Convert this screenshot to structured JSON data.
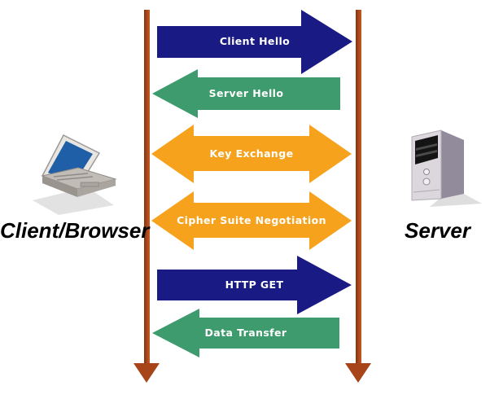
{
  "actors": {
    "client": {
      "label": "Client/Browser",
      "icon": "laptop-icon"
    },
    "server": {
      "label": "Server",
      "icon": "server-tower-icon"
    }
  },
  "messages": [
    {
      "label": "Client Hello",
      "direction": "right",
      "color_name": "navy"
    },
    {
      "label": "Server Hello",
      "direction": "left",
      "color_name": "green"
    },
    {
      "label": "Key Exchange",
      "direction": "both",
      "color_name": "orange"
    },
    {
      "label": "Cipher Suite Negotiation",
      "direction": "both",
      "color_name": "orange"
    },
    {
      "label": "HTTP GET",
      "direction": "right",
      "color_name": "navy"
    },
    {
      "label": "Data Transfer",
      "direction": "left",
      "color_name": "green"
    }
  ],
  "colors": {
    "navy": "#1a1a85",
    "green": "#3e9b6d",
    "orange": "#f6a21d",
    "lifeline": "#a7441a",
    "arrow_text": "#ffffff",
    "label_text": "#000000",
    "background": "#ffffff"
  }
}
